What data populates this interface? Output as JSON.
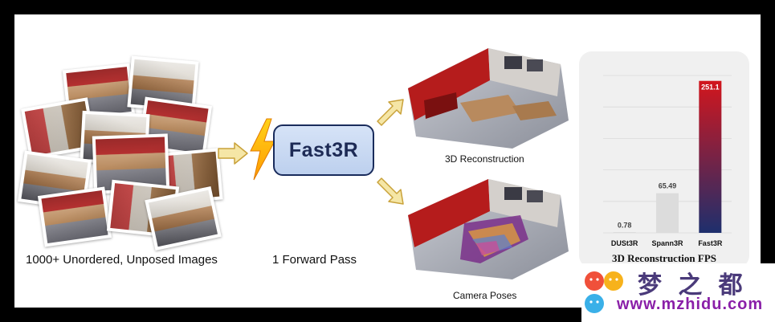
{
  "left": {
    "caption": "1000+ Unordered, Unposed Images"
  },
  "middle": {
    "model_label": "Fast3R",
    "caption": "1 Forward Pass"
  },
  "right": {
    "top_caption": "3D Reconstruction",
    "bottom_caption": "Camera Poses"
  },
  "chart_data": {
    "type": "bar",
    "title": "3D Reconstruction FPS",
    "categories": [
      "DUSt3R",
      "Spann3R",
      "Fast3R"
    ],
    "values": [
      0.78,
      65.49,
      251.1
    ],
    "value_labels": [
      "0.78",
      "65.49",
      "251.1"
    ],
    "ylim": [
      0,
      260
    ],
    "grid": true
  },
  "watermark": {
    "text": "梦 之 都",
    "url": "www.mzhidu.com"
  },
  "colors": {
    "arrow_fill": "#f5e6a6",
    "arrow_stroke": "#c9a23a",
    "box_border": "#1a2c5c",
    "bar_fast3r_top": "#d2161d",
    "bar_fast3r_bottom": "#1e2f6d",
    "bar_spann3r": "#dcdcdc"
  }
}
